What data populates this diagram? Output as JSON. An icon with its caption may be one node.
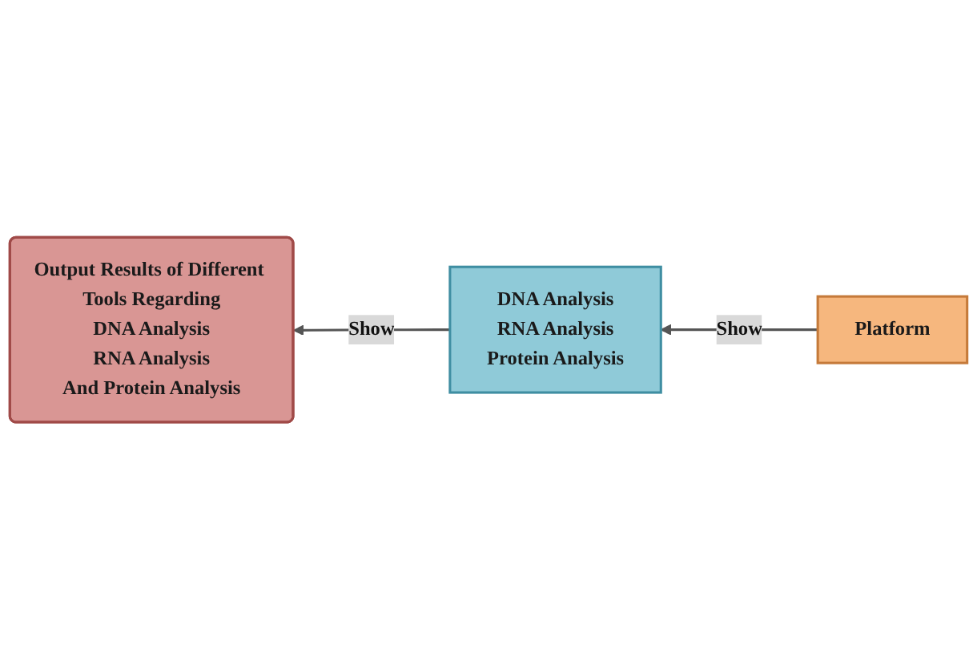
{
  "diagram": {
    "nodes": [
      {
        "text": [
          "Output Results of Different Tools Regarding",
          "DNA Analysis",
          "RNA Analysis",
          "And Protein Analysis"
        ]
      },
      {
        "text": [
          "Platform"
        ]
      },
      {
        "text": [
          "DNA Analysis",
          "RNA Analysis",
          "Protein Analysis"
        ]
      }
    ],
    "edges": [
      {
        "from": 1,
        "to": 2,
        "arrow": "to",
        "label": "Show"
      },
      {
        "from": 2,
        "to": 0,
        "arrow": "to",
        "label": "Show"
      }
    ]
  }
}
